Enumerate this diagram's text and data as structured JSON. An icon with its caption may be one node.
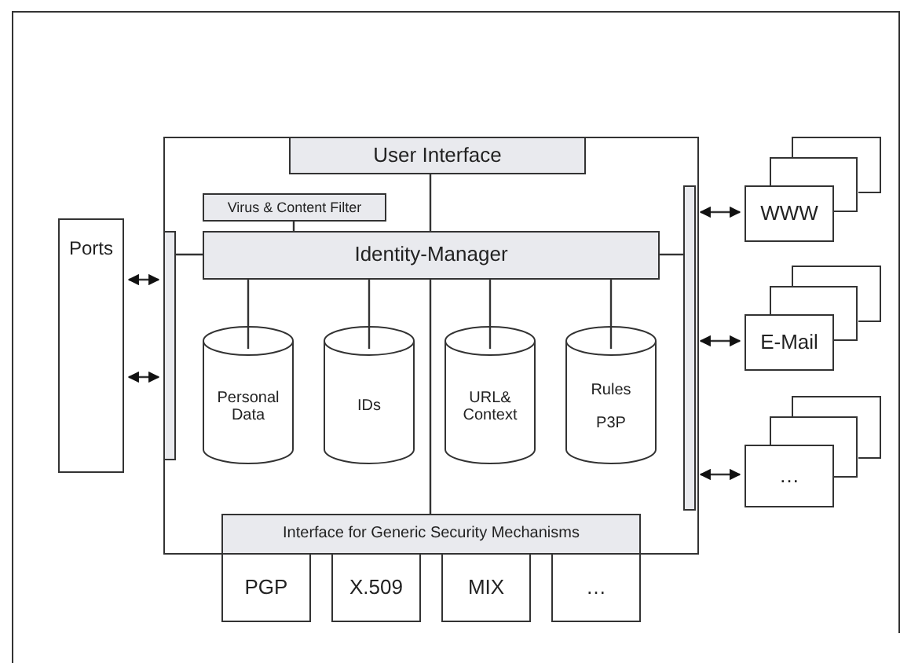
{
  "diagram": {
    "nodes": [
      {
        "text": [],
        "shape": "box"
      },
      {
        "text": [
          "User Interface"
        ],
        "in": 0
      },
      {
        "text": [
          "Virus & Content Filter"
        ],
        "in": 0
      },
      {
        "text": [
          "Identity-Manager"
        ],
        "in": 0
      },
      {
        "text": [],
        "shape": "bar",
        "in": 0
      },
      {
        "text": [],
        "shape": "bar",
        "in": 0
      },
      {
        "text": [
          "Personal Data"
        ],
        "in": 0
      },
      {
        "text": [
          "IDs"
        ],
        "in": 0
      },
      {
        "text": [
          "URL& Context"
        ],
        "in": 0
      },
      {
        "text": [
          "Rules",
          "P3P"
        ],
        "in": 0
      },
      {
        "text": [
          "Interface for Generic Security Mechanisms"
        ],
        "in": 0
      },
      {
        "text": [
          "PGP"
        ]
      },
      {
        "text": [
          "X.509"
        ]
      },
      {
        "text": [
          "MIX"
        ]
      },
      {
        "text": [
          "…"
        ]
      },
      {
        "text": [
          "Ports"
        ]
      },
      {
        "text": [
          "WWW"
        ]
      },
      {
        "text": [
          "E-Mail"
        ]
      },
      {
        "text": [
          "…"
        ]
      }
    ],
    "edges": [
      {
        "from": 1,
        "to": 3,
        "arrow": "none"
      },
      {
        "from": 2,
        "to": 3,
        "arrow": "none"
      },
      {
        "from": 3,
        "to": 4,
        "arrow": "none"
      },
      {
        "from": 3,
        "to": 5,
        "arrow": "none"
      },
      {
        "from": 3,
        "to": 6,
        "arrow": "none"
      },
      {
        "from": 3,
        "to": 7,
        "arrow": "none"
      },
      {
        "from": 3,
        "to": 8,
        "arrow": "none"
      },
      {
        "from": 3,
        "to": 9,
        "arrow": "none"
      },
      {
        "from": 3,
        "to": 10,
        "arrow": "none"
      },
      {
        "from": 15,
        "to": 4,
        "arrow": "both"
      },
      {
        "from": 15,
        "to": 4,
        "arrow": "both"
      },
      {
        "from": 5,
        "to": 16,
        "arrow": "both"
      },
      {
        "from": 5,
        "to": 17,
        "arrow": "both"
      },
      {
        "from": 5,
        "to": 18,
        "arrow": "both"
      }
    ]
  }
}
